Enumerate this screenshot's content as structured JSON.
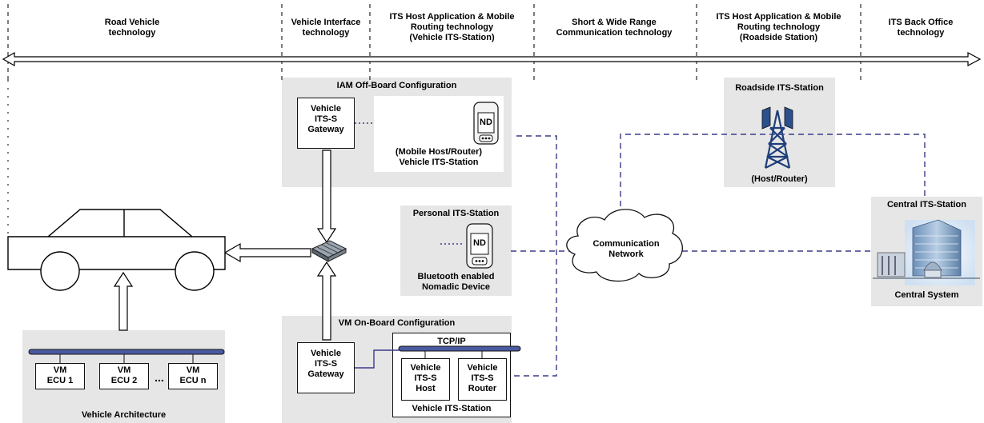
{
  "headers": [
    "Road Vehicle\ntechnology",
    "Vehicle Interface\ntechnology",
    "ITS Host Application & Mobile\nRouting technology\n(Vehicle ITS-Station)",
    "Short & Wide Range\nCommunication technology",
    "ITS Host Application & Mobile\nRouting technology\n(Roadside Station)",
    "ITS Back Office\ntechnology"
  ],
  "iam_offboard": {
    "title": "IAM Off-Board Configuration",
    "gateway": "Vehicle\nITS-S\nGateway",
    "device_label": "ND",
    "station_label": "(Mobile Host/Router)\nVehicle ITS-Station"
  },
  "personal": {
    "title": "Personal ITS-Station",
    "device_label": "ND",
    "caption": "Bluetooth enabled\nNomadic Device"
  },
  "vm_onboard": {
    "title": "VM On-Board Configuration",
    "gateway": "Vehicle\nITS-S\nGateway",
    "bus": "TCP/IP",
    "host": "Vehicle\nITS-S\nHost",
    "router": "Vehicle\nITS-S\nRouter",
    "station": "Vehicle ITS-Station"
  },
  "vehicle_arch": {
    "title": "Vehicle Architecture",
    "ecus": [
      "VM\nECU 1",
      "VM\nECU 2",
      "VM\nECU n"
    ],
    "ellipsis": "..."
  },
  "network": {
    "label": "Communication\nNetwork"
  },
  "roadside": {
    "title": "Roadside ITS-Station",
    "caption": "(Host/Router)"
  },
  "central": {
    "title": "Central ITS-Station",
    "caption": "Central System"
  },
  "colors": {
    "link": "#3a3a8a",
    "panel": "#e6e6e6",
    "antenna": "#2c4f8e",
    "bus": "#4a5aa0"
  }
}
